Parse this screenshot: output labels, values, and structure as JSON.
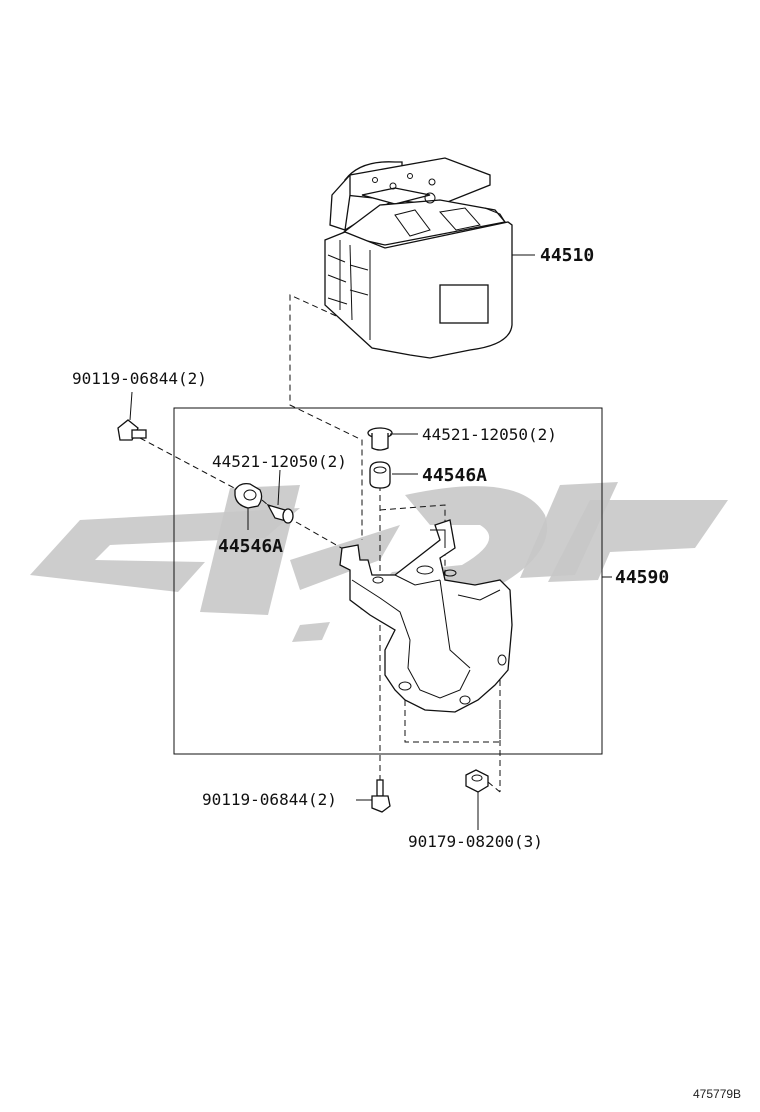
{
  "diagram": {
    "labels": {
      "abs_unit": "44510",
      "bracket": "44590",
      "bolt_top": "90119-06844(2)",
      "bolt_bottom": "90119-06844(2)",
      "collar_right": "44521-12050(2)",
      "collar_left": "44521-12050(2)",
      "cushion_right": "44546A",
      "cushion_left": "44546A",
      "nut": "90179-08200(3)"
    },
    "figure_code": "475779B"
  },
  "colors": {
    "line": "#111111",
    "watermark": "#c8c8c8",
    "background": "#ffffff"
  }
}
